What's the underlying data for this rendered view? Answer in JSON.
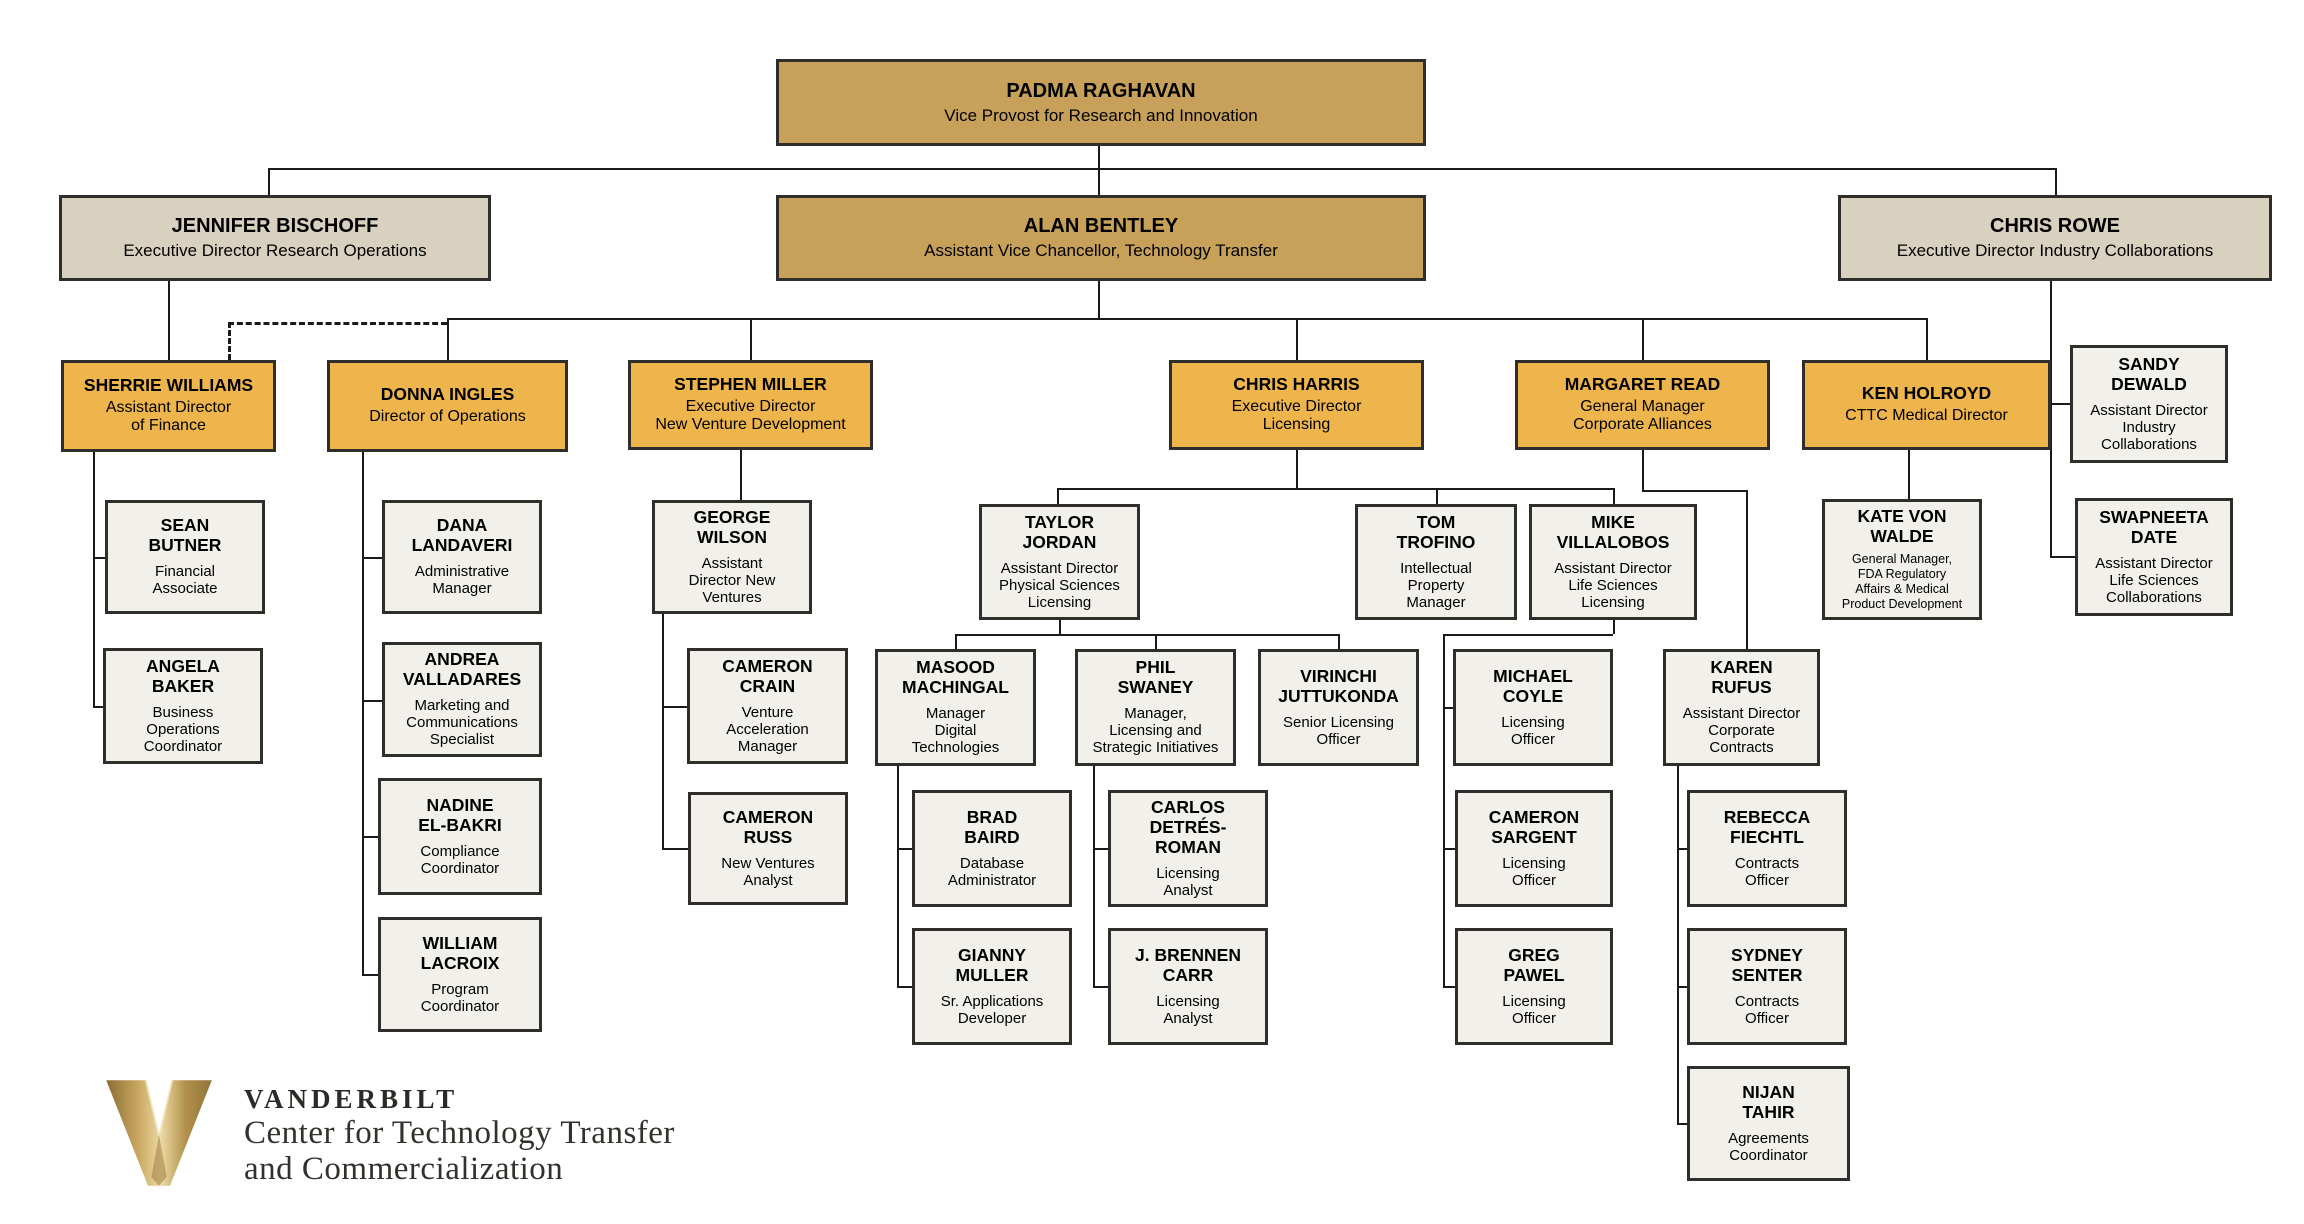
{
  "org": {
    "padma": {
      "name": "PADMA RAGHAVAN",
      "title": "Vice Provost for Research and Innovation"
    },
    "jennifer": {
      "name": "JENNIFER BISCHOFF",
      "title": "Executive Director Research Operations"
    },
    "alan": {
      "name": "ALAN BENTLEY",
      "title": "Assistant Vice Chancellor, Technology Transfer"
    },
    "chris_rowe": {
      "name": "CHRIS ROWE",
      "title": "Executive Director Industry Collaborations"
    },
    "sherrie": {
      "name": "SHERRIE WILLIAMS",
      "title": "Assistant Director\nof Finance"
    },
    "donna": {
      "name": "DONNA INGLES",
      "title": "Director of Operations"
    },
    "stephen": {
      "name": "STEPHEN MILLER",
      "title": "Executive Director\nNew Venture Development"
    },
    "chris_harris": {
      "name": "CHRIS HARRIS",
      "title": "Executive Director\nLicensing"
    },
    "margaret": {
      "name": "MARGARET READ",
      "title": "General Manager\nCorporate Alliances"
    },
    "ken": {
      "name": "KEN HOLROYD",
      "title": "CTTC Medical Director"
    },
    "sandy": {
      "name": "SANDY\nDEWALD",
      "title": "Assistant Director\nIndustry\nCollaborations"
    },
    "swapneeta": {
      "name": "SWAPNEETA\nDATE",
      "title": "Assistant Director\nLife Sciences\nCollaborations"
    },
    "sean": {
      "name": "SEAN\nBUTNER",
      "title": "Financial\nAssociate"
    },
    "angela": {
      "name": "ANGELA\nBAKER",
      "title": "Business\nOperations\nCoordinator"
    },
    "dana": {
      "name": "DANA\nLANDAVERI",
      "title": "Administrative\nManager"
    },
    "andrea": {
      "name": "ANDREA\nVALLADARES",
      "title": "Marketing and\nCommunications\nSpecialist"
    },
    "nadine": {
      "name": "NADINE\nEL-BAKRI",
      "title": "Compliance\nCoordinator"
    },
    "william": {
      "name": "WILLIAM\nLACROIX",
      "title": "Program\nCoordinator"
    },
    "george": {
      "name": "GEORGE\nWILSON",
      "title": "Assistant\nDirector New\nVentures"
    },
    "crain": {
      "name": "CAMERON\nCRAIN",
      "title": "Venture\nAcceleration\nManager"
    },
    "russ": {
      "name": "CAMERON\nRUSS",
      "title": "New Ventures\nAnalyst"
    },
    "taylor": {
      "name": "TAYLOR\nJORDAN",
      "title": "Assistant Director\nPhysical Sciences\nLicensing"
    },
    "tom": {
      "name": "TOM\nTROFINO",
      "title": "Intellectual\nProperty\nManager"
    },
    "mike": {
      "name": "MIKE\nVILLALOBOS",
      "title": "Assistant Director\nLife Sciences\nLicensing"
    },
    "masood": {
      "name": "MASOOD\nMACHINGAL",
      "title": "Manager\nDigital\nTechnologies"
    },
    "phil": {
      "name": "PHIL\nSWANEY",
      "title": "Manager,\nLicensing and\nStrategic Initiatives"
    },
    "virinchi": {
      "name": "VIRINCHI\nJUTTUKONDA",
      "title": "Senior Licensing\nOfficer"
    },
    "brad": {
      "name": "BRAD\nBAIRD",
      "title": "Database\nAdministrator"
    },
    "gianny": {
      "name": "GIANNY\nMULLER",
      "title": "Sr. Applications\nDeveloper"
    },
    "carlos": {
      "name": "CARLOS\nDETRÉS-\nROMAN",
      "title": "Licensing\nAnalyst"
    },
    "brennen": {
      "name": "J. BRENNEN\nCARR",
      "title": "Licensing\nAnalyst"
    },
    "coyle": {
      "name": "MICHAEL\nCOYLE",
      "title": "Licensing\nOfficer"
    },
    "sargent": {
      "name": "CAMERON\nSARGENT",
      "title": "Licensing\nOfficer"
    },
    "pawel": {
      "name": "GREG\nPAWEL",
      "title": "Licensing\nOfficer"
    },
    "karen": {
      "name": "KAREN\nRUFUS",
      "title": "Assistant Director\nCorporate\nContracts"
    },
    "rebecca": {
      "name": "REBECCA\nFIECHTL",
      "title": "Contracts\nOfficer"
    },
    "sydney": {
      "name": "SYDNEY\nSENTER",
      "title": "Contracts\nOfficer"
    },
    "nijan": {
      "name": "NIJAN\nTAHIR",
      "title": "Agreements\nCoordinator"
    },
    "kate": {
      "name": "KATE VON\nWALDE",
      "title": "General Manager,\nFDA Regulatory\nAffairs & Medical\nProduct Development"
    }
  },
  "logo": {
    "wordmark": "VANDERBILT",
    "tagline1": "Center for Technology Transfer",
    "tagline2": "and Commercialization"
  },
  "colors": {
    "gold": "#C7A159",
    "beige": "#D9D1BF",
    "orange": "#EFB54D",
    "box_light": "#F2F0EB",
    "border": "#2F2E2B",
    "line": "#1A1A1A",
    "logo_gold": "#B2914B"
  }
}
